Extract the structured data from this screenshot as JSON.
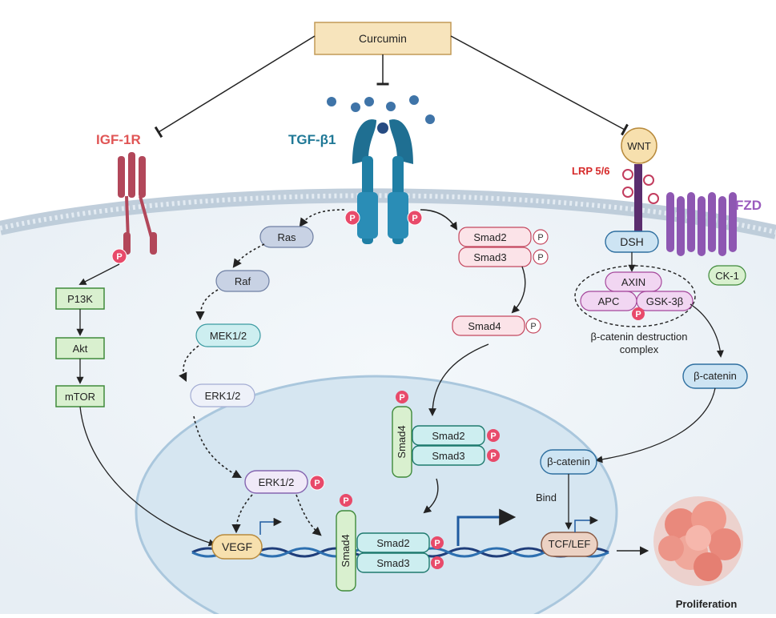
{
  "diagram": {
    "top_node": "Curcumin",
    "receptors": {
      "igf": "IGF-1R",
      "tgf": "TGF-β1",
      "wnt": "WNT",
      "lrp": "LRP 5/6",
      "fzd": "FZD"
    },
    "pi3k_path": [
      "P13K",
      "Akt",
      "mTOR"
    ],
    "mapk_path": [
      "Ras",
      "Raf",
      "MEK1/2",
      "ERK1/2"
    ],
    "erk_nuclear": "ERK1/2",
    "smad": {
      "smad2": "Smad2",
      "smad3": "Smad3",
      "smad4": "Smad4"
    },
    "wnt_path": {
      "dsh": "DSH",
      "axin": "AXIN",
      "apc": "APC",
      "gsk": "GSK-3β",
      "ck1": "CK-1",
      "complex_line1": "β-catenin destruction",
      "complex_line2": "complex",
      "beta_catenin": "β-catenin",
      "bind": "Bind",
      "tcf": "TCF/LEF"
    },
    "vegf": "VEGF",
    "phospho": "P",
    "outcome": "Proliferation",
    "colors": {
      "igf": "#e05555",
      "tgf": "#1f7896",
      "lrp": "#d62a2a",
      "fzd": "#9a5bbd",
      "membrane": "#c8d6e2",
      "nucleus": "#d6e6f1"
    }
  }
}
